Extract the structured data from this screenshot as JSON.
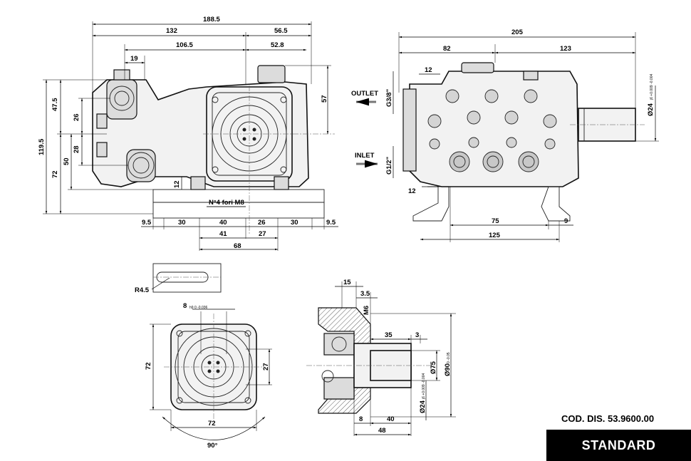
{
  "drawing": {
    "code": "COD. DIS. 53.9600.00",
    "variant": "STANDARD",
    "view_side": {
      "dims_top": [
        "188.5",
        "132",
        "56.5",
        "106.5",
        "52.8",
        "19"
      ],
      "dims_left": [
        "47.5",
        "119.5",
        "26",
        "50",
        "28",
        "72"
      ],
      "dim_right": "57",
      "dim_12": "12",
      "note": "N°4 fori M8",
      "dims_bottom_row1": [
        "9.5",
        "30",
        "40",
        "26",
        "30",
        "9.5"
      ],
      "dims_bottom_row2": [
        "41",
        "27"
      ],
      "dim_bottom_row3": "68"
    },
    "view_top": {
      "dims_top": [
        "205",
        "82",
        "123"
      ],
      "dim_12a": "12",
      "dim_12b": "12",
      "outlet_label": "OUTLET",
      "inlet_label": "INLET",
      "outlet_thread": "G3/8\"",
      "inlet_thread": "G1/2\"",
      "shaft_dia": "Ø24",
      "shaft_tol": "j6 +0.009 -0.004",
      "dims_bottom": [
        "75",
        "9",
        "125"
      ]
    },
    "view_slot": {
      "radius": "R4.5"
    },
    "view_front": {
      "key_width": "8",
      "key_tol": "h9 0 -0.036",
      "dim_left": "72",
      "dim_right": "27",
      "dim_bottom": "72",
      "angle": "90°"
    },
    "view_section": {
      "dims_top": [
        "15",
        "3.5",
        "M6"
      ],
      "dims_mid": [
        "35",
        "3"
      ],
      "dia_shaft": "Ø75",
      "dia_flange": "Ø90",
      "flange_tol": "0 -0.05",
      "dia_24": "Ø24",
      "dia_24_tol": "j6 +0.009 -0.004",
      "dims_bottom": [
        "8",
        "40",
        "48"
      ]
    }
  }
}
